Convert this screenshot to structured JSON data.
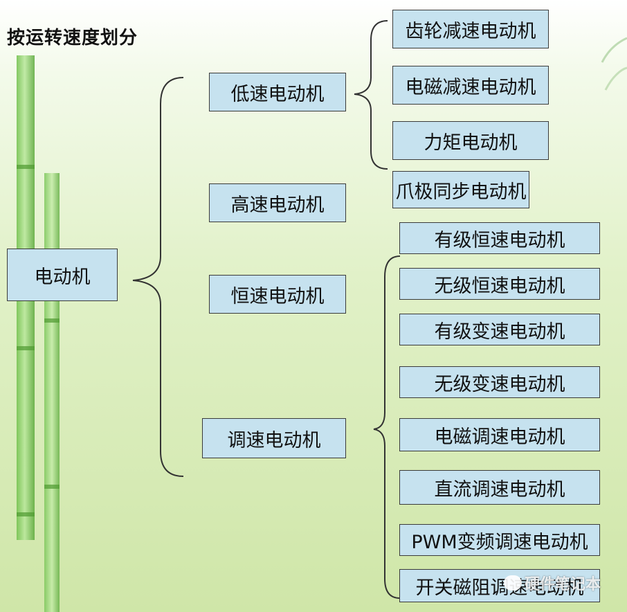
{
  "title": "按运转速度划分",
  "root": {
    "label": "电动机"
  },
  "level1": [
    {
      "id": "low",
      "label": "低速电动机"
    },
    {
      "id": "high",
      "label": "高速电动机"
    },
    {
      "id": "constant",
      "label": "恒速电动机"
    },
    {
      "id": "adjustable",
      "label": "调速电动机"
    }
  ],
  "low_speed_children": [
    {
      "label": "齿轮减速电动机"
    },
    {
      "label": "电磁减速电动机"
    },
    {
      "label": "力矩电动机"
    },
    {
      "label": "爪极同步电动机"
    }
  ],
  "adjustable_children": [
    {
      "label": "有级恒速电动机"
    },
    {
      "label": "无级恒速电动机"
    },
    {
      "label": "有级变速电动机"
    },
    {
      "label": "无级变速电动机"
    },
    {
      "label": "电磁调速电动机"
    },
    {
      "label": "直流调速电动机"
    },
    {
      "label": "PWM变频调速电动机"
    },
    {
      "label": "开关磁阻调速电动机"
    }
  ],
  "watermark": "硬件笔记本",
  "colors": {
    "box_fill": "#c6e2ef",
    "box_border": "#3a3a3a",
    "background": "#dcefc2",
    "bamboo": "#8fcf6a"
  }
}
